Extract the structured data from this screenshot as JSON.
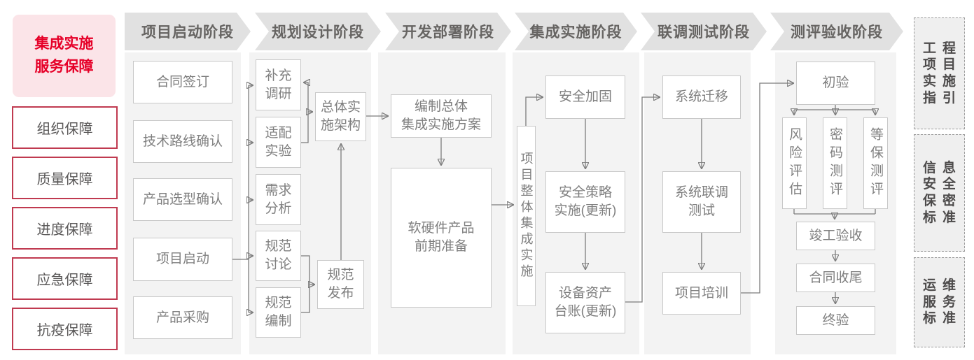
{
  "sidebar": {
    "title": "集成实施\n服务保障",
    "items": [
      {
        "label": "组织保障"
      },
      {
        "label": "质量保障"
      },
      {
        "label": "进度保障"
      },
      {
        "label": "应急保障"
      },
      {
        "label": "抗疫保障"
      }
    ]
  },
  "phases": [
    {
      "label": "项目启动阶段"
    },
    {
      "label": "规划设计阶段"
    },
    {
      "label": "开发部署阶段"
    },
    {
      "label": "集成实施阶段"
    },
    {
      "label": "联调测试阶段"
    },
    {
      "label": "测评验收阶段"
    }
  ],
  "flow": {
    "col1": [
      {
        "label": "合同签订"
      },
      {
        "label": "技术路线确认"
      },
      {
        "label": "产品选型确认"
      },
      {
        "label": "项目启动"
      },
      {
        "label": "产品采购"
      }
    ],
    "col2": [
      {
        "label": "补充\n调研"
      },
      {
        "label": "适配\n实验"
      },
      {
        "label": "需求\n分析"
      },
      {
        "label": "规范\n讨论"
      },
      {
        "label": "规范\n编制"
      },
      {
        "label": "总体实\n施架构"
      },
      {
        "label": "规范\n发布"
      }
    ],
    "col3": [
      {
        "label": "编制总体\n集成实施方案"
      },
      {
        "label": "软硬件产品\n前期准备"
      }
    ],
    "col4": [
      {
        "label": "项目整体集成实施"
      },
      {
        "label": "安全加固"
      },
      {
        "label": "安全策略\n实施(更新)"
      },
      {
        "label": "设备资产\n台账(更新)"
      }
    ],
    "col5": [
      {
        "label": "系统迁移"
      },
      {
        "label": "系统联调\n测试"
      },
      {
        "label": "项目培训"
      }
    ],
    "col6": [
      {
        "label": "初验"
      },
      {
        "label": "风险评估"
      },
      {
        "label": "密码测评"
      },
      {
        "label": "等保测评"
      },
      {
        "label": "竣工验收"
      },
      {
        "label": "合同收尾"
      },
      {
        "label": "终验"
      }
    ]
  },
  "standards": [
    {
      "lines": [
        "工程",
        "项目",
        "实施",
        "指引"
      ]
    },
    {
      "lines": [
        "信息",
        "安全",
        "保密",
        "标准"
      ]
    },
    {
      "lines": [
        "运维",
        "服务",
        "标准"
      ]
    }
  ],
  "colors": {
    "accent_red": "#e60028",
    "sidebar_border_red": "#c03a50",
    "pink_bg": "#fbe4e8",
    "chevron_bg": "#e1e1e1",
    "panel_bg": "#f3f3f3",
    "node_border": "#c8c8c8",
    "node_text": "#7f7f7f",
    "dark_text": "#595757",
    "connector": "#7c7c7c"
  }
}
